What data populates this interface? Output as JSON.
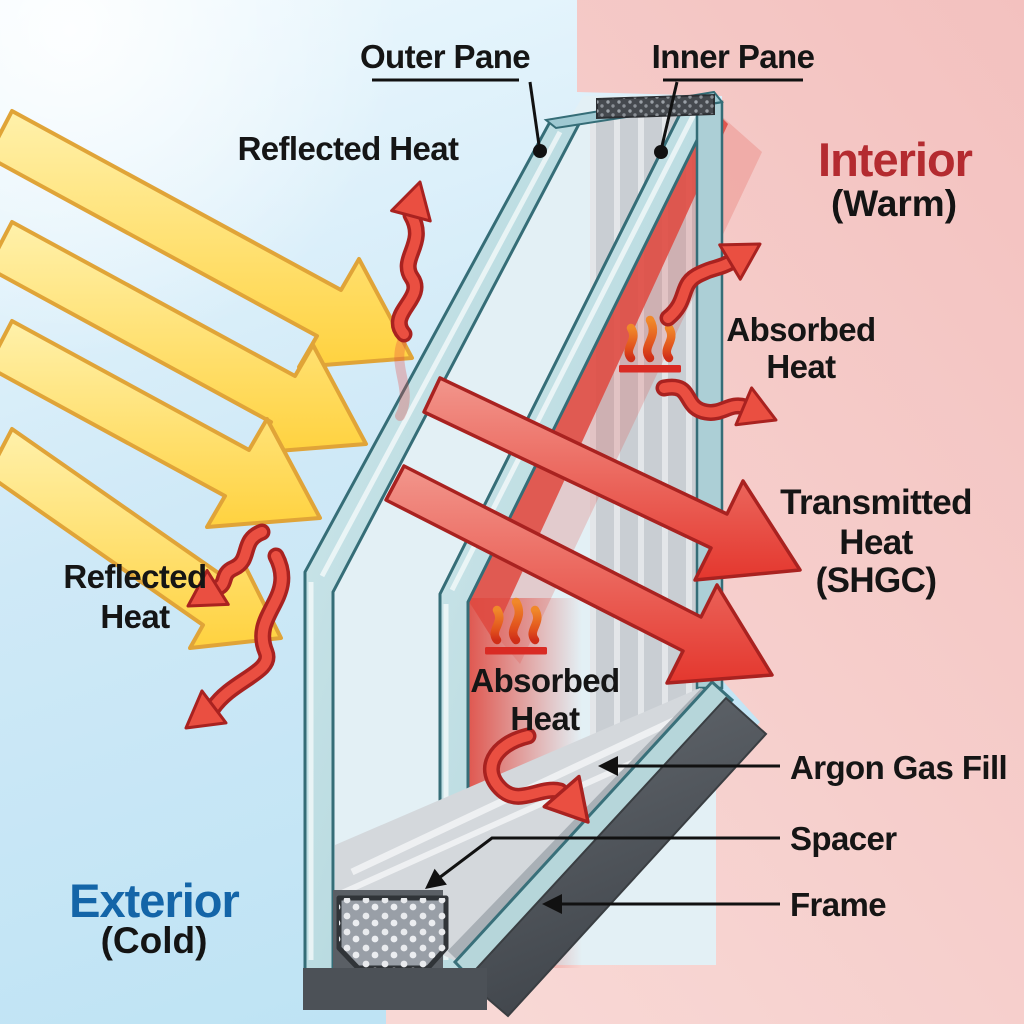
{
  "zones": {
    "interior": {
      "title": "Interior",
      "subtitle": "(Warm)"
    },
    "exterior": {
      "title": "Exterior",
      "subtitle": "(Cold)"
    }
  },
  "window_parts": {
    "outer_pane": "Outer Pane",
    "inner_pane": "Inner Pane",
    "argon": "Argon Gas Fill",
    "spacer": "Spacer",
    "frame": "Frame"
  },
  "heat_flows": {
    "reflected_top": "Reflected Heat",
    "reflected_left_line1": "Reflected",
    "reflected_left_line2": "Heat",
    "absorbed_right_line1": "Absorbed",
    "absorbed_right_line2": "Heat",
    "absorbed_center_line1": "Absorbed",
    "absorbed_center_line2": "Heat",
    "transmitted_line1": "Transmitted",
    "transmitted_line2": "Heat",
    "transmitted_line3": "(SHGC)"
  },
  "colors": {
    "exterior_bg": "#cfe9f7",
    "interior_bg": "#f6cdca",
    "sun_ray": "#ffd23f",
    "sun_ray_outline": "#e0a438",
    "heat_arrow": "#e8443c",
    "heat_arrow_outline": "#a92220",
    "glass": "#b9dde2",
    "glass_edge": "#356d77",
    "argon_gray": "#c9ced3",
    "frame_dark": "#4c5157",
    "interior_text": "#b42b30",
    "exterior_text": "#1465a8",
    "label_text": "#151515"
  }
}
